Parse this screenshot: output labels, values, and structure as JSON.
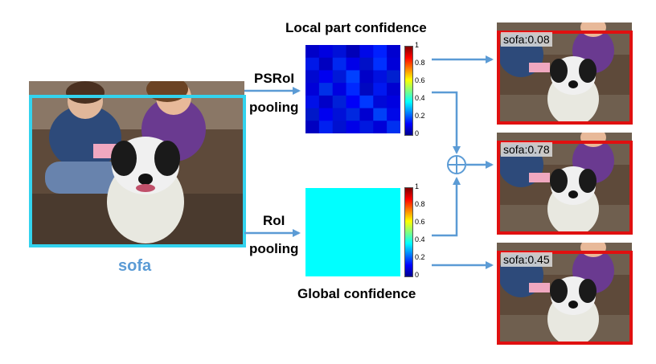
{
  "input_label": "sofa",
  "top_branch": {
    "title": "Local part confidence",
    "pool_line1": "PSRoI",
    "pool_line2": "pooling"
  },
  "bottom_branch": {
    "title": "Global confidence",
    "pool_line1": "RoI",
    "pool_line2": "pooling"
  },
  "colorbar_ticks": [
    "1",
    "0.8",
    "0.6",
    "0.4",
    "0.2",
    "0"
  ],
  "outputs": [
    {
      "label": "sofa:0.08"
    },
    {
      "label": "sofa:0.78"
    },
    {
      "label": "sofa:0.45"
    }
  ],
  "colors": {
    "input_box": "#33d3ee",
    "output_box": "#e01010",
    "arrow": "#5b9bd5",
    "input_label": "#5b9bd5",
    "global_map": "#00ffff"
  },
  "icons": {
    "combine": "circled-plus-icon"
  }
}
